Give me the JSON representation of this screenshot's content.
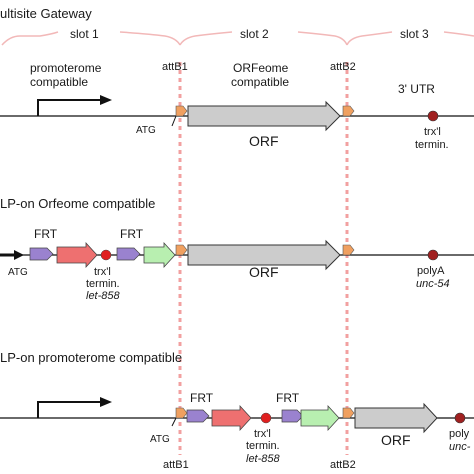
{
  "colors": {
    "backbone": "#111111",
    "attb_marker": "#f0a060",
    "orf": "#cccccc",
    "frt": "#9a82cf",
    "red_cassette": "#ee7070",
    "green_cassette": "#b8efb0",
    "terminator_dot_red": "#e02020",
    "terminator_dot_dark": "#a02020",
    "slot_brace": "#f2b8b8",
    "guide_line": "#f2a0a0"
  },
  "section1": {
    "title": "ultisite Gateway",
    "slot1": "slot 1",
    "slot2": "slot 2",
    "slot3": "slot 3",
    "promoterome_line1": "promoterome",
    "promoterome_line2": "compatible",
    "attb1": "attB1",
    "orfeome_line1": "ORFeome",
    "orfeome_line2": "compatible",
    "attb2": "attB2",
    "utr": "3' UTR",
    "atg": "ATG",
    "orf": "ORF",
    "term_line1": "trx'l",
    "term_line2": "termin."
  },
  "section2": {
    "title": "LP-on Orfeome compatible",
    "frt1": "FRT",
    "frt2": "FRT",
    "atg": "ATG",
    "term_line1": "trx'l",
    "term_line2": "termin.",
    "term_line3": "let-858",
    "orf": "ORF",
    "polya": "polyA",
    "unc": "unc-54"
  },
  "section3": {
    "title": "LP-on promoterome compatible",
    "frt1": "FRT",
    "frt2": "FRT",
    "atg": "ATG",
    "term_line1": "trx'l",
    "term_line2": "termin.",
    "term_line3": "let-858",
    "orf": "ORF",
    "poly": "poly",
    "unc": "unc-",
    "attb1": "attB1",
    "attb2": "attB2"
  }
}
